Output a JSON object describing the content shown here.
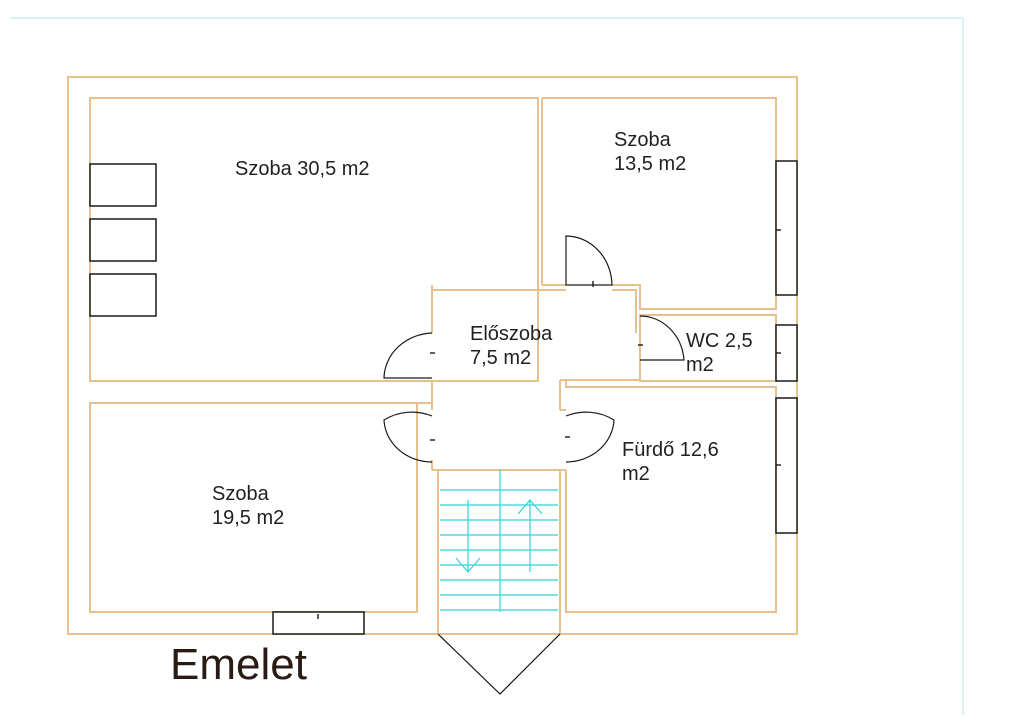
{
  "title": "Emelet",
  "rooms": {
    "living": {
      "label": "Szoba 30,5 m2"
    },
    "bedroom_ne": {
      "label": "Szoba\n13,5 m2"
    },
    "hall": {
      "label": "Előszoba\n7,5 m2"
    },
    "wc": {
      "label": "WC 2,5\nm2"
    },
    "bathroom": {
      "label": "Fürdő 12,6\nm2"
    },
    "bedroom_sw": {
      "label": "Szoba\n19,5 m2"
    }
  },
  "colors": {
    "wall": "#e6c08e",
    "window": "#1a1a1a",
    "stairs": "#2fd4d8",
    "page_frame": "#a9e8ee",
    "text": "#231f20"
  }
}
